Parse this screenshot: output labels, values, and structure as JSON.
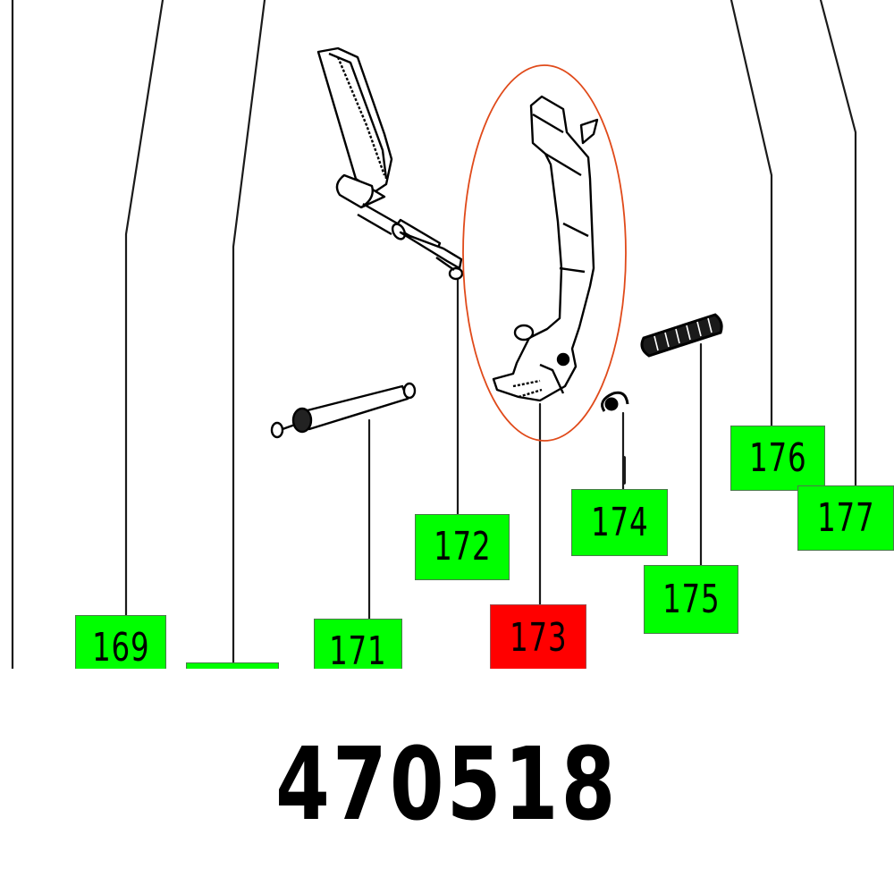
{
  "diagram": {
    "type": "exploded-parts-diagram",
    "part_number": "470518",
    "highlight_color": "#ff0000",
    "callout_color": "#00ff00",
    "selection_ellipse_color": "#e04a1a",
    "selected_callout": "173",
    "callouts": [
      {
        "id": "169",
        "label": "169",
        "state": "normal"
      },
      {
        "id": "170",
        "label": "",
        "state": "normal"
      },
      {
        "id": "171",
        "label": "171",
        "state": "normal"
      },
      {
        "id": "172",
        "label": "172",
        "state": "normal"
      },
      {
        "id": "173",
        "label": "173",
        "state": "selected"
      },
      {
        "id": "174",
        "label": "174",
        "state": "normal"
      },
      {
        "id": "175",
        "label": "175",
        "state": "normal"
      },
      {
        "id": "176",
        "label": "176",
        "state": "normal"
      },
      {
        "id": "177",
        "label": "177",
        "state": "normal"
      }
    ],
    "parts": [
      {
        "name": "lever-arm",
        "callout": "172"
      },
      {
        "name": "bracket-lever",
        "callout": "173"
      },
      {
        "name": "shaft-pin",
        "callout": "171"
      },
      {
        "name": "retaining-clip",
        "callout": "174"
      },
      {
        "name": "compression-spring",
        "callout": "175"
      }
    ]
  }
}
